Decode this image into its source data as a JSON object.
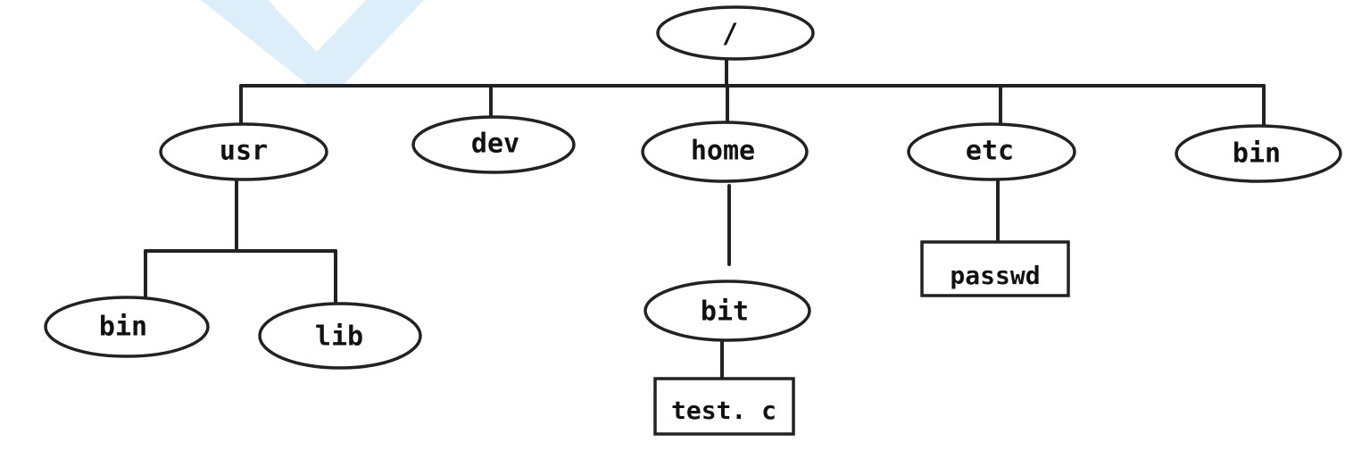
{
  "colors": {
    "background": "#ffffff",
    "stroke": "#222222",
    "node_fill": "#ffffff",
    "watermark": "#d9ecfb"
  },
  "tree": {
    "root": {
      "label": "/"
    },
    "top_level": [
      {
        "id": "usr",
        "label": "usr"
      },
      {
        "id": "dev",
        "label": "dev"
      },
      {
        "id": "home",
        "label": "home"
      },
      {
        "id": "etc",
        "label": "etc"
      },
      {
        "id": "bin",
        "label": "bin"
      }
    ],
    "usr_children": [
      {
        "id": "usr-bin",
        "label": "bin"
      },
      {
        "id": "usr-lib",
        "label": "lib"
      }
    ],
    "home_children": [
      {
        "id": "bit",
        "label": "bit"
      }
    ],
    "bit_children": [
      {
        "id": "test-c",
        "label": "test. c"
      }
    ],
    "etc_children": [
      {
        "id": "passwd",
        "label": "passwd"
      }
    ]
  }
}
